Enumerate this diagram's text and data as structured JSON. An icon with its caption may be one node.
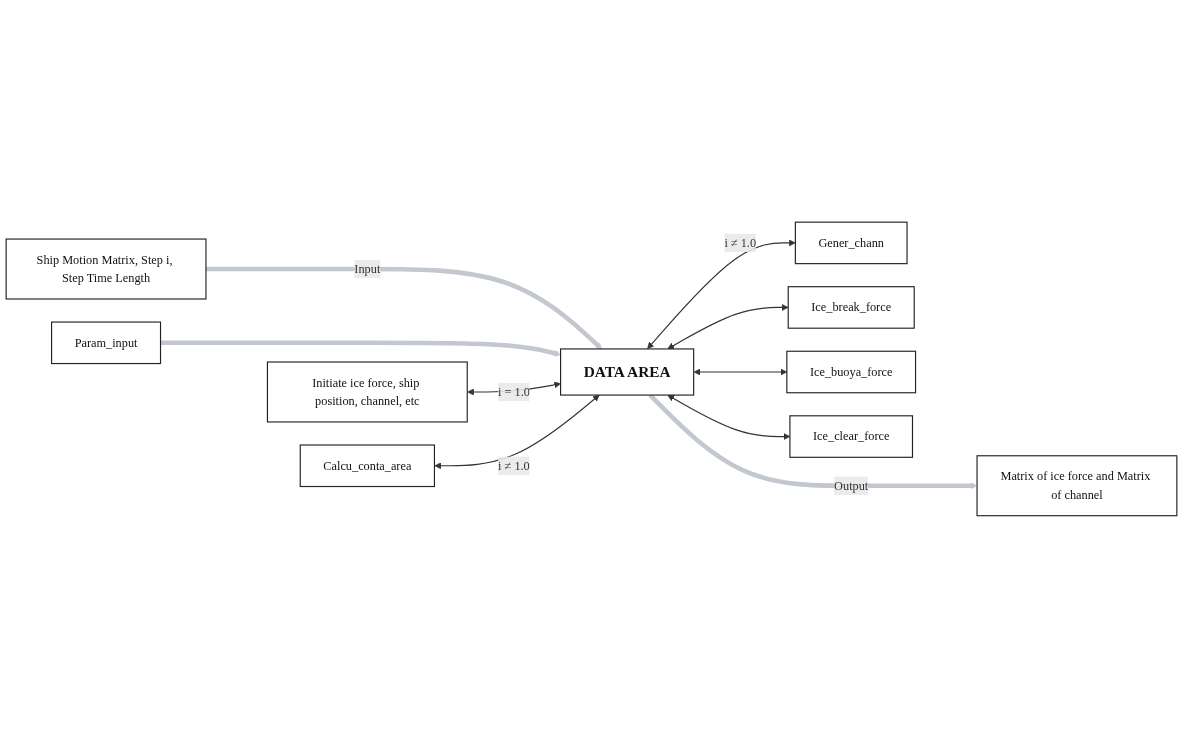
{
  "diagram": {
    "nodes": [
      {
        "text": [
          "Ship Motion Matrix, Step i, Step Time Length"
        ]
      },
      {
        "text": [
          "Param_input"
        ]
      },
      {
        "text": [
          "DATA AREA"
        ]
      },
      {
        "text": [
          "Gener_chann"
        ]
      },
      {
        "text": [
          "Initiate ice force, ship position, channel, etc"
        ]
      },
      {
        "text": [
          "Ice_break_force"
        ]
      },
      {
        "text": [
          "Ice_buoya_force"
        ]
      },
      {
        "text": [
          "Calcu_conta_area"
        ]
      },
      {
        "text": [
          "Ice_clear_force"
        ]
      },
      {
        "text": [
          "Matrix of ice force and Matrix of channel"
        ]
      }
    ],
    "edges": [
      {
        "from": 0,
        "to": 2,
        "arrow": "to",
        "label": "Input",
        "style": "thick",
        "color": "#c3c8d0"
      },
      {
        "from": 1,
        "to": 2,
        "arrow": "to",
        "style": "thick",
        "color": "#c3c8d0"
      },
      {
        "from": 2,
        "to": 3,
        "arrow": "both",
        "label": "i ≠ 1.0"
      },
      {
        "from": 4,
        "to": 2,
        "arrow": "both",
        "label": "i = 1.0"
      },
      {
        "from": 2,
        "to": 5,
        "arrow": "both"
      },
      {
        "from": 2,
        "to": 6,
        "arrow": "both"
      },
      {
        "from": 7,
        "to": 2,
        "arrow": "both",
        "label": "i ≠ 1.0"
      },
      {
        "from": 2,
        "to": 8,
        "arrow": "both"
      },
      {
        "from": 2,
        "to": 9,
        "arrow": "to",
        "label": "Output",
        "style": "thick",
        "color": "#c3c8d0"
      }
    ]
  }
}
